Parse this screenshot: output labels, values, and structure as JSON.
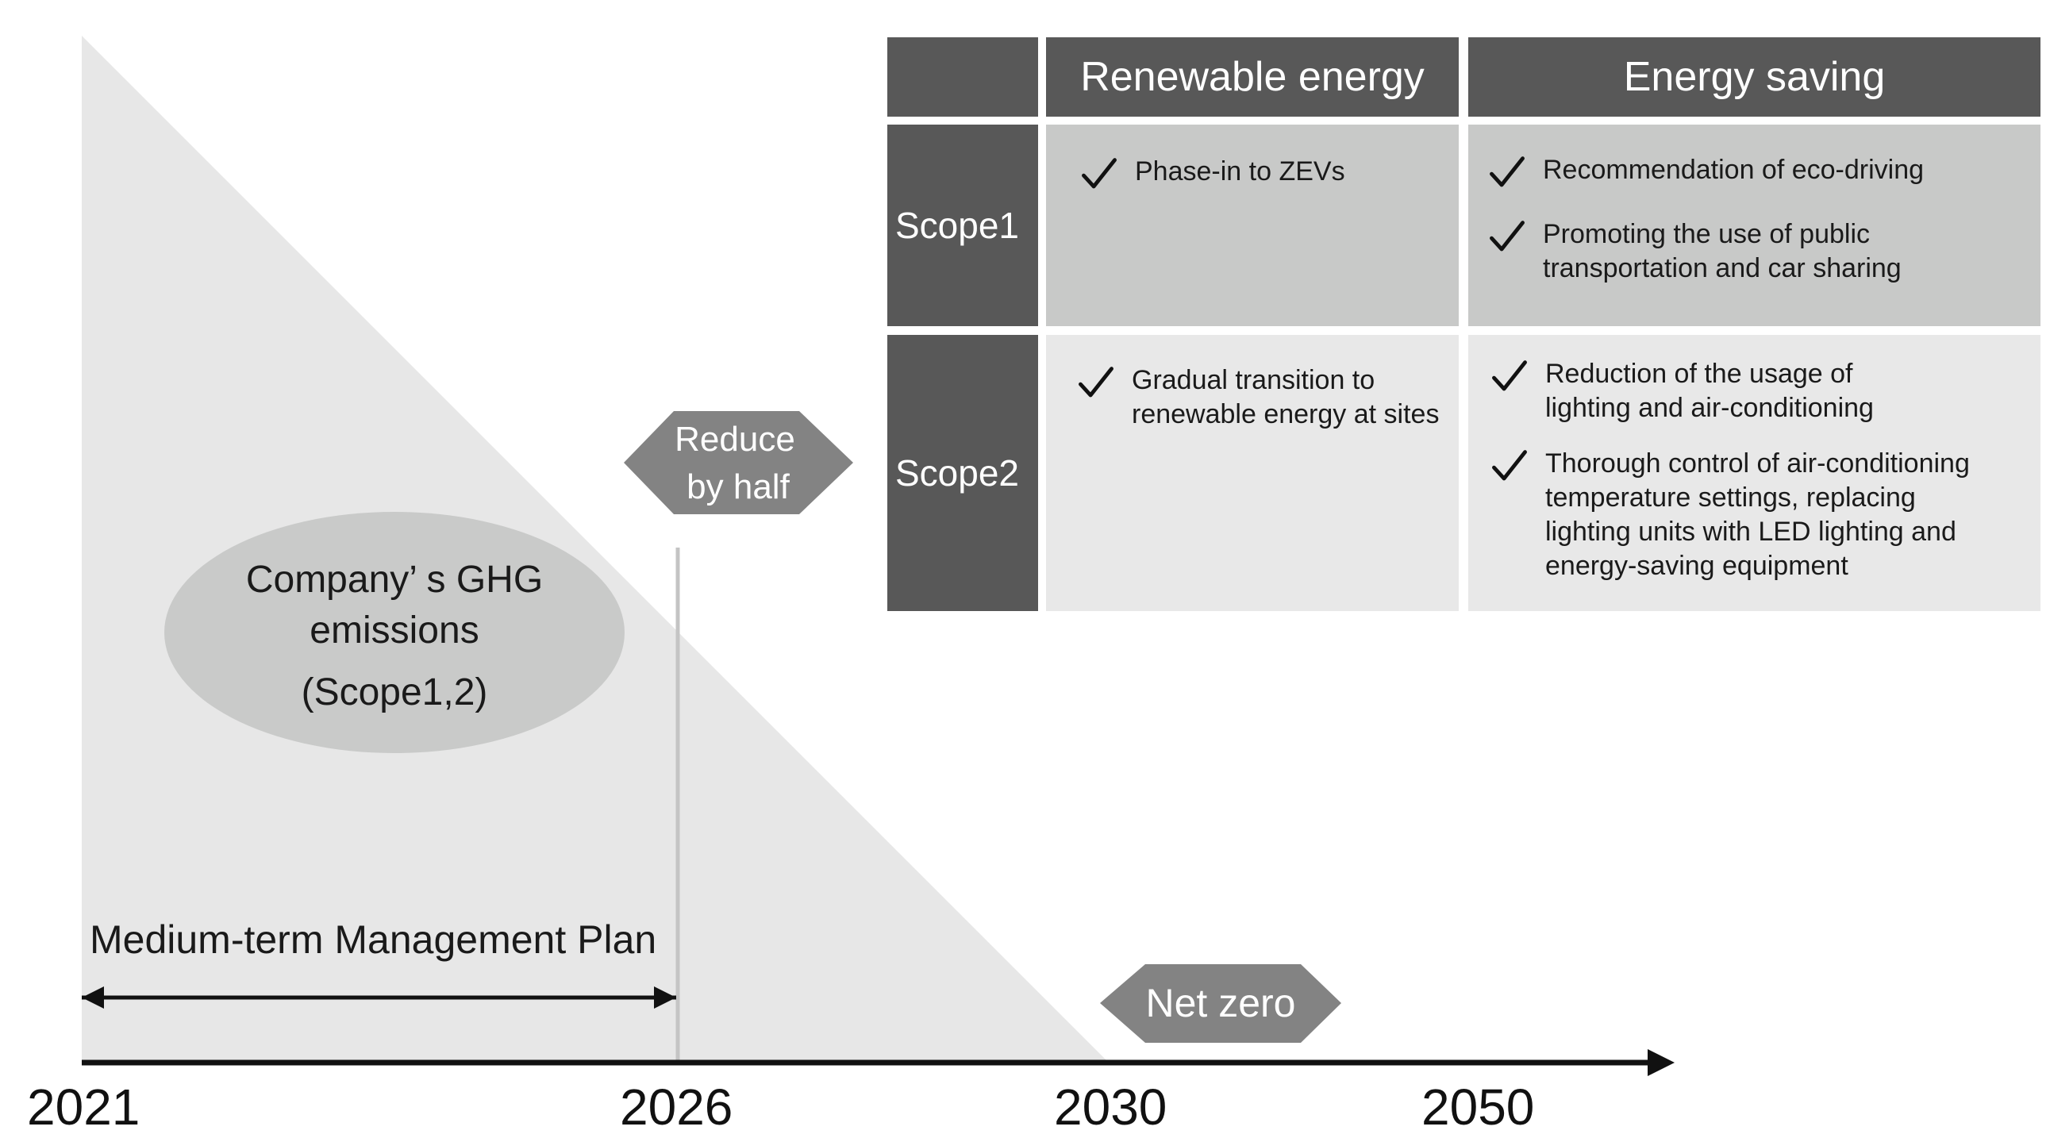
{
  "timeline": {
    "years": [
      "2021",
      "2026",
      "2030",
      "2050"
    ],
    "plan_label": "Medium-term Management Plan",
    "emissions_label_lines": [
      "Company’ s GHG",
      "emissions",
      "(Scope1,2)"
    ],
    "milestone_half_lines": [
      "Reduce",
      "by half"
    ],
    "milestone_zero": "Net zero"
  },
  "table": {
    "columns": [
      "Renewable energy",
      "Energy saving"
    ],
    "rows": [
      {
        "label": "Scope1",
        "renewable": [
          [
            "Phase-in to ZEVs"
          ]
        ],
        "saving": [
          [
            "Recommendation of eco-driving"
          ],
          [
            "Promoting the use of public",
            "transportation and car sharing"
          ]
        ]
      },
      {
        "label": "Scope2",
        "renewable": [
          [
            "Gradual transition to",
            "renewable energy at sites"
          ]
        ],
        "saving": [
          [
            "Reduction of the usage of",
            "lighting and air-conditioning"
          ],
          [
            "Thorough control of air-conditioning",
            "temperature settings, replacing",
            "lighting units with LED lighting and",
            "energy-saving equipment"
          ]
        ]
      }
    ]
  },
  "colors": {
    "triangle": "#e7e7e7",
    "ellipse": "#c9cac9",
    "hexagon": "#838383",
    "dark_header": "#585858",
    "scope1_bg": "#c8c9c8",
    "scope2_bg": "#e8e8e8"
  }
}
